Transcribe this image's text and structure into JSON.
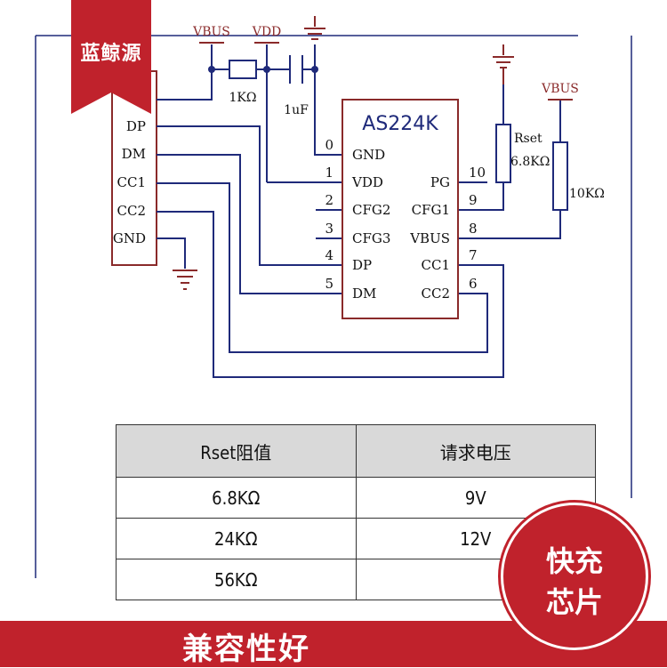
{
  "brand": {
    "name": "蓝鲸源"
  },
  "footer": {
    "slogan": "兼容性好"
  },
  "badge": {
    "line1": "快充",
    "line2": "芯片"
  },
  "schematic": {
    "supply_labels": {
      "vbus_left": "VBUS",
      "vdd": "VDD",
      "vbus_right": "VBUS"
    },
    "resistor_1k": "1KΩ",
    "capacitor": "1uF",
    "rset_label": "Rset",
    "rset_value": "6.8KΩ",
    "resistor_10k": "10KΩ",
    "connector_pins": [
      "DP",
      "DM",
      "CC1",
      "CC2",
      "GND"
    ],
    "chip": {
      "name": "AS224K",
      "left_pins": [
        {
          "num": "0",
          "name": "GND"
        },
        {
          "num": "1",
          "name": "VDD"
        },
        {
          "num": "2",
          "name": "CFG2"
        },
        {
          "num": "3",
          "name": "CFG3"
        },
        {
          "num": "4",
          "name": "DP"
        },
        {
          "num": "5",
          "name": "DM"
        }
      ],
      "right_pins": [
        {
          "num": "10",
          "name": "PG"
        },
        {
          "num": "9",
          "name": "CFG1"
        },
        {
          "num": "8",
          "name": "VBUS"
        },
        {
          "num": "7",
          "name": "CC1"
        },
        {
          "num": "6",
          "name": "CC2"
        }
      ]
    }
  },
  "table": {
    "headers": [
      "Rset阻值",
      "请求电压"
    ],
    "rows": [
      [
        "6.8KΩ",
        "9V"
      ],
      [
        "24KΩ",
        "12V"
      ],
      [
        "56KΩ",
        ""
      ]
    ]
  },
  "colors": {
    "wire": "#1f2a7a",
    "component": "#1f2a7a",
    "red": "#c0222c",
    "maroon": "#8a2a2a"
  }
}
